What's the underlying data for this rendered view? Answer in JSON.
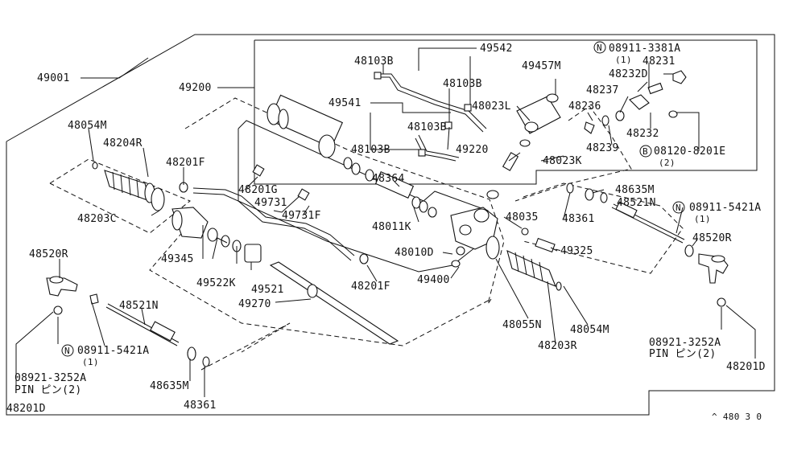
{
  "figure_code": "^ 480 3 0",
  "labels": {
    "l49001": "49001",
    "l49200": "49200",
    "l49542": "49542",
    "l48103B_a": "48103B",
    "l48103B_b": "48103B",
    "l48103B_c": "48103B",
    "l48103B_d": "48103B",
    "l49457M": "49457M",
    "l08911_3381A": "08911-3381A",
    "l08911_3381A_qty": "(1)",
    "l48231": "48231",
    "l48232D": "48232D",
    "l48237": "48237",
    "l48236": "48236",
    "l48232": "48232",
    "l48239": "48239",
    "l08120_8201E": "08120-8201E",
    "l08120_8201E_qty": "(2)",
    "l49541": "49541",
    "l48023L": "48023L",
    "l48023K": "48023K",
    "l49220": "49220",
    "l48054M_a": "48054M",
    "l48204R": "48204R",
    "l48201F_a": "48201F",
    "l48201G": "48201G",
    "l49731": "49731",
    "l49731F": "49731F",
    "l48364": "48364",
    "l48203C": "48203C",
    "l48011K": "48011K",
    "l48035": "48035",
    "l48635M_a": "48635M",
    "l48521N_a": "48521N",
    "l08911_5421A_a": "08911-5421A",
    "l08911_5421A_a_qty": "(1)",
    "l48361_a": "48361",
    "l48520R_a": "48520R",
    "l49345": "49345",
    "l49522K": "49522K",
    "l49521": "49521",
    "l48201F_b": "48201F",
    "l48010D": "48010D",
    "l49325": "49325",
    "l49400": "49400",
    "l48520R_b": "48520R",
    "l49270": "49270",
    "l48521N_b": "48521N",
    "l08911_5421A_b": "08911-5421A",
    "l08911_5421A_b_qty": "(1)",
    "l48055N": "48055N",
    "l48054M_b": "48054M",
    "l48203R": "48203R",
    "l08921_3252A_a": "08921-3252A",
    "l08921_3252A_b": "08921-3252A",
    "l pin_a": "PIN ピン(2)",
    "pin_a": "PIN ピン(2)",
    "pin_b": "PIN ピン(2)",
    "l48201D_a": "48201D",
    "l48201D_b": "48201D",
    "l48635M_b": "48635M",
    "l48361_b": "48361",
    "circ_N": "N",
    "circ_B": "B"
  }
}
